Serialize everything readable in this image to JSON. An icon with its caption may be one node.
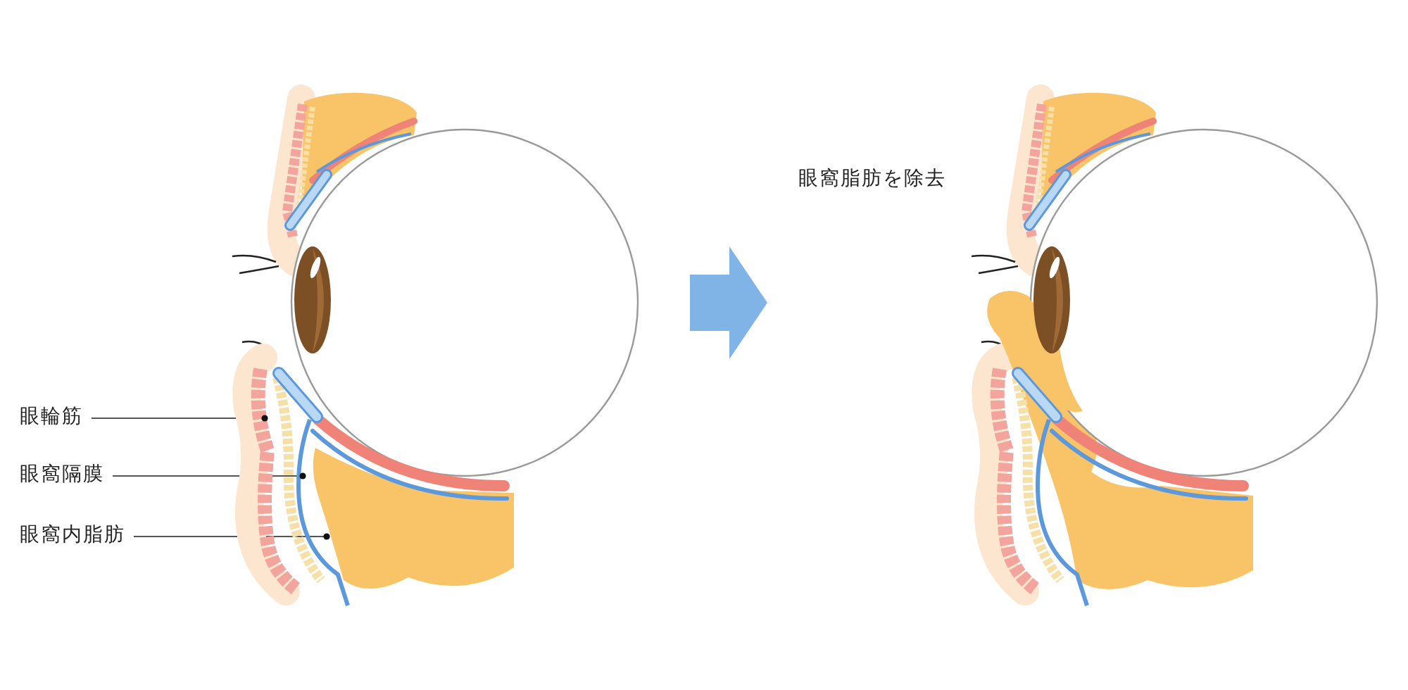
{
  "diagram": {
    "nodes": [
      {
        "text": [
          "眼輪筋"
        ]
      },
      {
        "text": [
          "眼窩隔膜"
        ]
      },
      {
        "text": [
          "眼窩内脂肪"
        ]
      },
      {
        "text": [],
        "shape": "picture"
      },
      {
        "text": [],
        "shape": "picture",
        "beside": [
          "眼窩脂肪を除去"
        ]
      }
    ],
    "edges": [
      {
        "from": 0,
        "to": 3,
        "arrow": "none"
      },
      {
        "from": 1,
        "to": 3,
        "arrow": "none"
      },
      {
        "from": 2,
        "to": 3,
        "arrow": "none"
      },
      {
        "from": 3,
        "to": 4,
        "arrow": "to",
        "style": "thick",
        "color": "#80b3e6"
      }
    ]
  }
}
